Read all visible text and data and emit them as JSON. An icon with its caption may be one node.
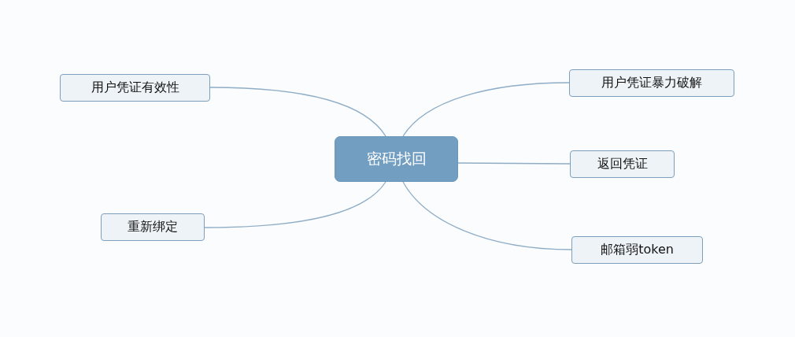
{
  "diagram": {
    "nodes": [
      {
        "text": [
          "密码找回"
        ]
      },
      {
        "text": [
          "用户凭证有效性"
        ]
      },
      {
        "text": [
          "重新绑定"
        ]
      },
      {
        "text": [
          "用户凭证暴力破解"
        ]
      },
      {
        "text": [
          "返回凭证"
        ]
      },
      {
        "text": [
          "邮箱弱token"
        ]
      }
    ],
    "edges": [
      {
        "from": 0,
        "to": 1,
        "arrow": "none"
      },
      {
        "from": 0,
        "to": 2,
        "arrow": "none"
      },
      {
        "from": 0,
        "to": 3,
        "arrow": "none"
      },
      {
        "from": 0,
        "to": 4,
        "arrow": "none"
      },
      {
        "from": 0,
        "to": 5,
        "arrow": "none"
      }
    ]
  }
}
